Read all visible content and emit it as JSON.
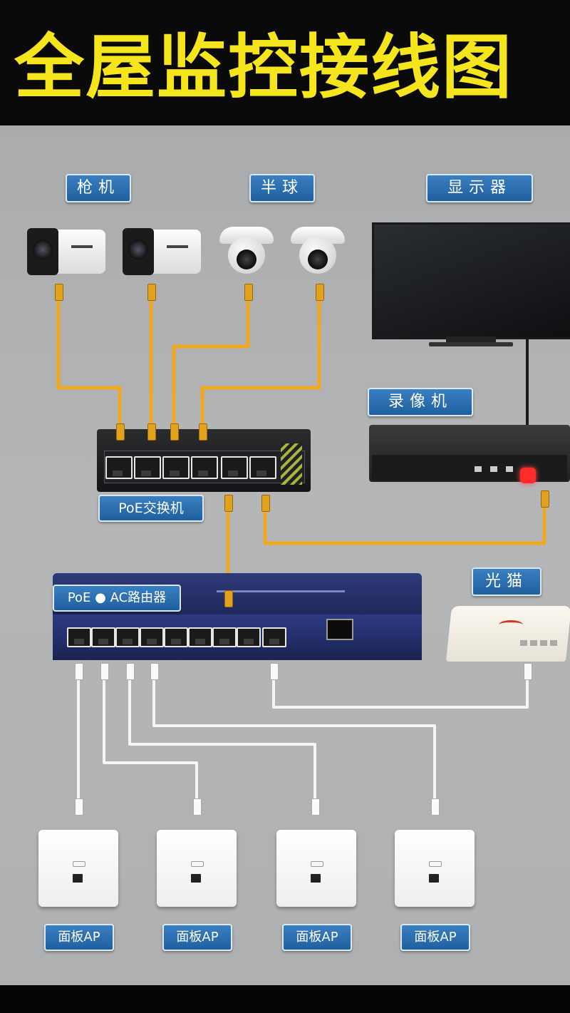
{
  "title": "全屋监控接线图",
  "labels": {
    "bullet_camera": "枪机",
    "dome_camera": "半球",
    "monitor": "显示器",
    "nvr": "录像机",
    "poe_switch": "PoE交换机",
    "router": "PoE ● AC路由器",
    "ont": "光猫",
    "ap_1": "面板AP",
    "ap_2": "面板AP",
    "ap_3": "面板AP",
    "ap_4": "面板AP"
  },
  "colors": {
    "title": "#f4e51c",
    "label_bg": "#2a6eb0",
    "poe_cable": "#f2a81c",
    "lan_cable": "#f5f5f5",
    "hdmi_cable": "#1a1a1a",
    "background": "#afb1b3"
  },
  "icons": [
    "bullet-camera-icon",
    "dome-camera-icon",
    "monitor-icon",
    "nvr-icon",
    "poe-switch-icon",
    "router-icon",
    "ont-icon",
    "panel-ap-icon"
  ]
}
